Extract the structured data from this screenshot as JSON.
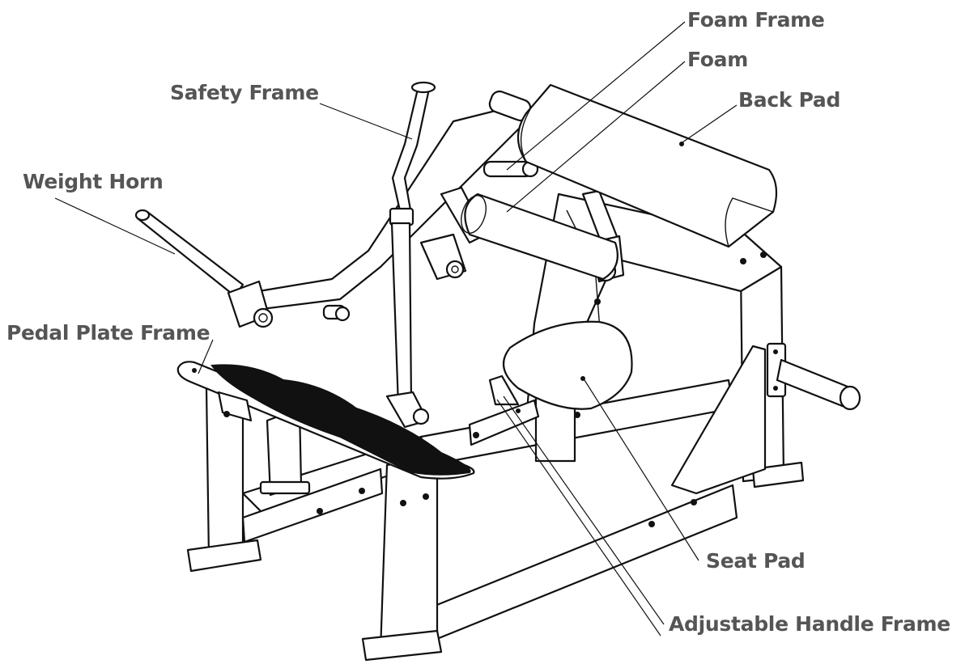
{
  "labels": {
    "foam_frame": "Foam Frame",
    "foam": "Foam",
    "back_pad": "Back Pad",
    "safety_frame": "Safety Frame",
    "weight_horn": "Weight Horn",
    "pedal_plate_frame": "Pedal Plate Frame",
    "seat_pad": "Seat Pad",
    "adjustable_handle_frame": "Adjustable Handle Frame"
  },
  "colors": {
    "label_text": "#555555",
    "line": "#111111",
    "background": "#ffffff"
  }
}
